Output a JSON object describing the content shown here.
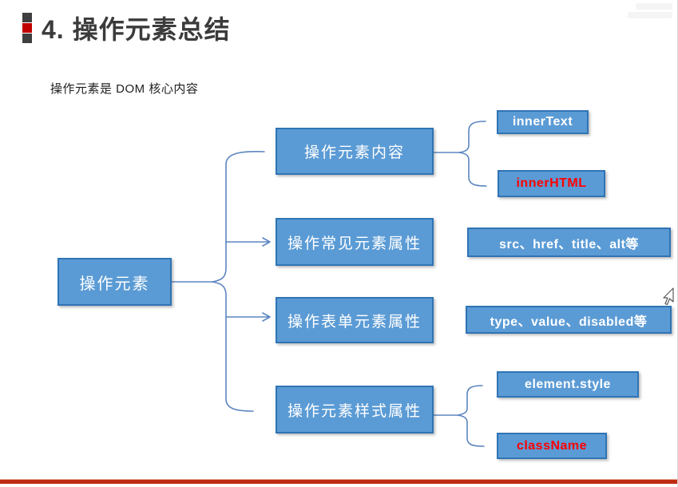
{
  "slide": {
    "title": "4. 操作元素总结",
    "subtitle": "操作元素是 DOM 核心内容"
  },
  "diagram": {
    "root": {
      "label": "操作元素"
    },
    "branches": [
      {
        "label": "操作元素内容",
        "children": [
          {
            "label": "innerText",
            "text_color": "#ffffff"
          },
          {
            "label": "innerHTML",
            "text_color": "#ff0000"
          }
        ]
      },
      {
        "label": "操作常见元素属性",
        "children": [
          {
            "label": "src、href、title、alt等",
            "text_color": "#ffffff"
          }
        ]
      },
      {
        "label": "操作表单元素属性",
        "children": [
          {
            "label": "type、value、disabled等",
            "text_color": "#ffffff"
          }
        ]
      },
      {
        "label": "操作元素样式属性",
        "children": [
          {
            "label": "element.style",
            "text_color": "#ffffff"
          },
          {
            "label": "className",
            "text_color": "#ff0000"
          }
        ]
      }
    ]
  },
  "colors": {
    "box_fill": "#5b9bd5",
    "box_border": "#2f74b5",
    "connector": "#5c86c0",
    "title_text": "#3b3b3b",
    "accent_red": "#c00000",
    "leaf_red_text": "#ff0000",
    "bottom_rule": "#be2b12"
  }
}
